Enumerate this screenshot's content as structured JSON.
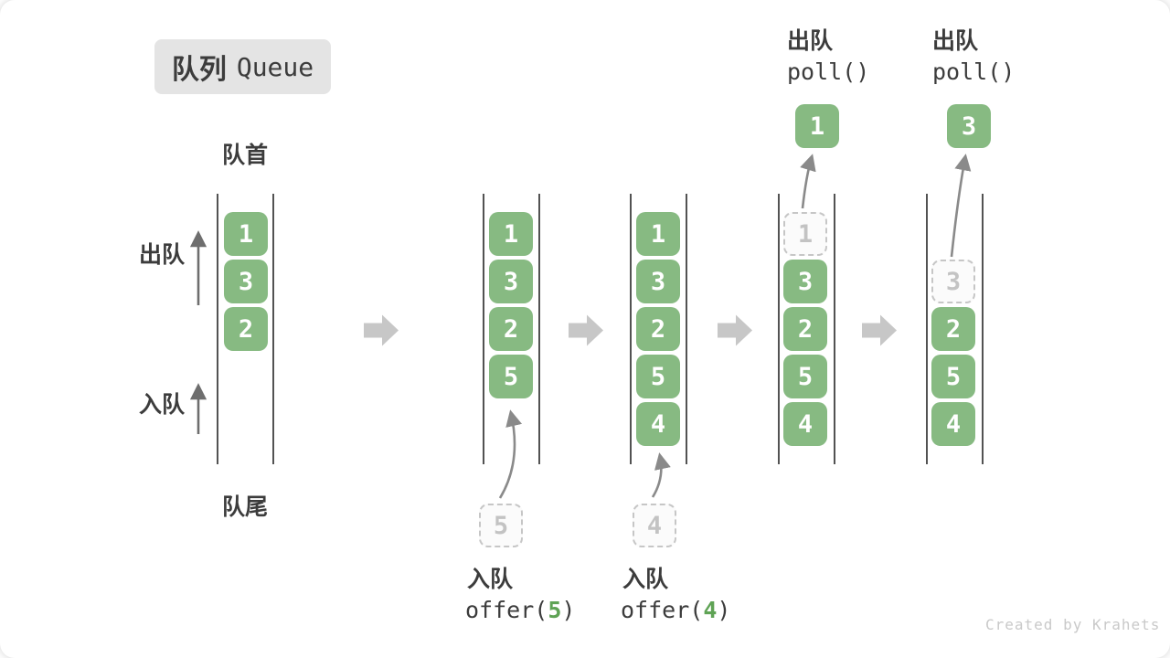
{
  "title": {
    "zh": "队列",
    "en": "Queue"
  },
  "labels": {
    "front": "队首",
    "rear": "队尾",
    "dequeue": "出队",
    "enqueue": "入队"
  },
  "states": [
    {
      "cells": [
        "1",
        "3",
        "2"
      ]
    },
    {
      "cells": [
        "1",
        "3",
        "2",
        "5"
      ],
      "incoming": "5",
      "op": {
        "action": "入队",
        "fn": "offer(",
        "arg": "5",
        "close": ")"
      }
    },
    {
      "cells": [
        "1",
        "3",
        "2",
        "5",
        "4"
      ],
      "incoming": "4",
      "op": {
        "action": "入队",
        "fn": "offer(",
        "arg": "4",
        "close": ")"
      }
    },
    {
      "ghost": "1",
      "cells": [
        "3",
        "2",
        "5",
        "4"
      ],
      "out": "1",
      "op": {
        "action": "出队",
        "fn": "poll()"
      }
    },
    {
      "ghost": "3",
      "cells": [
        "2",
        "5",
        "4"
      ],
      "out": "3",
      "op": {
        "action": "出队",
        "fn": "poll()"
      }
    }
  ],
  "watermark": "Created by Krahets",
  "colors": {
    "cell_green": "#87BA82",
    "code_arg_green": "#5FA355",
    "badge_bg": "#E4E4E4",
    "text_dark": "#3C3C3C",
    "ghost_gray": "#C6C6C6",
    "block_arrow_gray": "#C7C7C7",
    "thin_arrow_gray": "#8A8A8A"
  }
}
